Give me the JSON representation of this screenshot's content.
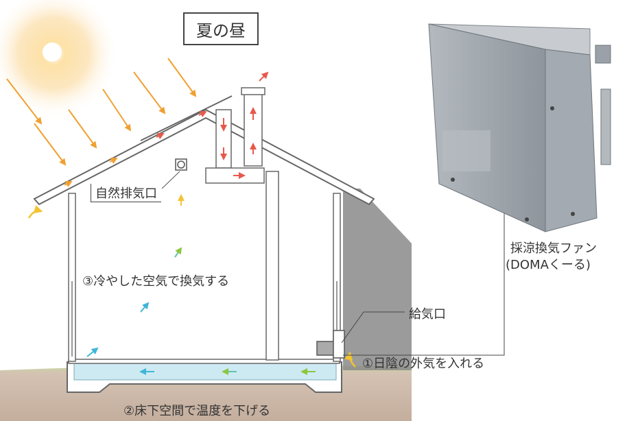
{
  "title": "夏の昼",
  "labels": {
    "natural_exhaust": "自然排気口",
    "cooled_air": "③冷やした空気で換気する",
    "supply_vent": "給気口",
    "shade_air": "①日陰の外気を入れる",
    "underfloor": "②床下空間で温度を下げる",
    "fan_name_line1": "採涼換気ファン",
    "fan_name_line2": "(DOMAくーる)"
  },
  "colors": {
    "sun": "#f6a623",
    "hot_arrow": "#e8584a",
    "warm_arrow": "#f0a030",
    "cool_arrow": "#3fb6d8",
    "green_arrow": "#8cc63f",
    "underfloor_fill": "#cdeaf3",
    "ground": "#c7b3a3",
    "grass": "#b7cf86",
    "shadow": "#8a8a8a",
    "fan_body": "#9aa1a8"
  }
}
